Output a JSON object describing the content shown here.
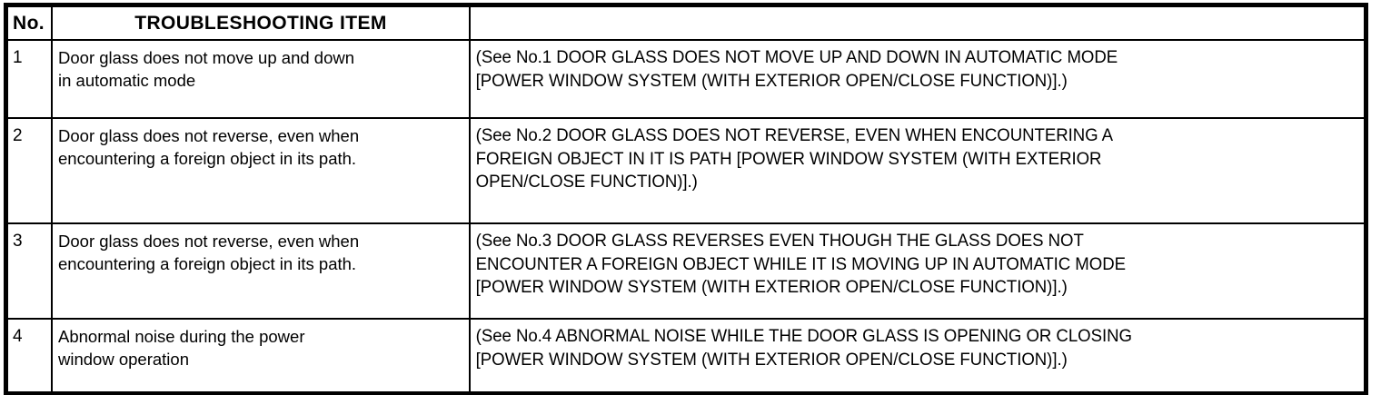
{
  "table": {
    "headers": {
      "no": "No.",
      "item": "TROUBLESHOOTING ITEM",
      "reference": ""
    },
    "rows": [
      {
        "no": "1",
        "item": "Door glass does not move up and down\nin automatic mode",
        "reference": "(See No.1 DOOR GLASS DOES NOT MOVE UP AND DOWN IN AUTOMATIC MODE\n[POWER WINDOW SYSTEM (WITH EXTERIOR OPEN/CLOSE FUNCTION)].)"
      },
      {
        "no": "2",
        "item": "Door glass does not reverse, even when\nencountering a foreign object in its path.",
        "reference": "(See No.2 DOOR GLASS DOES NOT REVERSE, EVEN WHEN ENCOUNTERING A\nFOREIGN OBJECT IN IT IS PATH [POWER WINDOW SYSTEM (WITH EXTERIOR\nOPEN/CLOSE FUNCTION)].)"
      },
      {
        "no": "3",
        "item": "Door glass does not reverse, even when\nencountering a foreign object in its path.",
        "reference": "(See No.3 DOOR GLASS REVERSES EVEN THOUGH THE GLASS DOES NOT\nENCOUNTER A FOREIGN OBJECT WHILE IT IS MOVING UP IN AUTOMATIC MODE\n[POWER WINDOW SYSTEM (WITH EXTERIOR OPEN/CLOSE FUNCTION)].)"
      },
      {
        "no": "4",
        "item": "Abnormal noise during the power\nwindow operation",
        "reference": "(See No.4 ABNORMAL NOISE WHILE THE DOOR GLASS IS OPENING OR CLOSING\n[POWER WINDOW SYSTEM (WITH EXTERIOR OPEN/CLOSE FUNCTION)].)"
      }
    ]
  },
  "colors": {
    "ink": "#000000",
    "paper": "#ffffff"
  }
}
